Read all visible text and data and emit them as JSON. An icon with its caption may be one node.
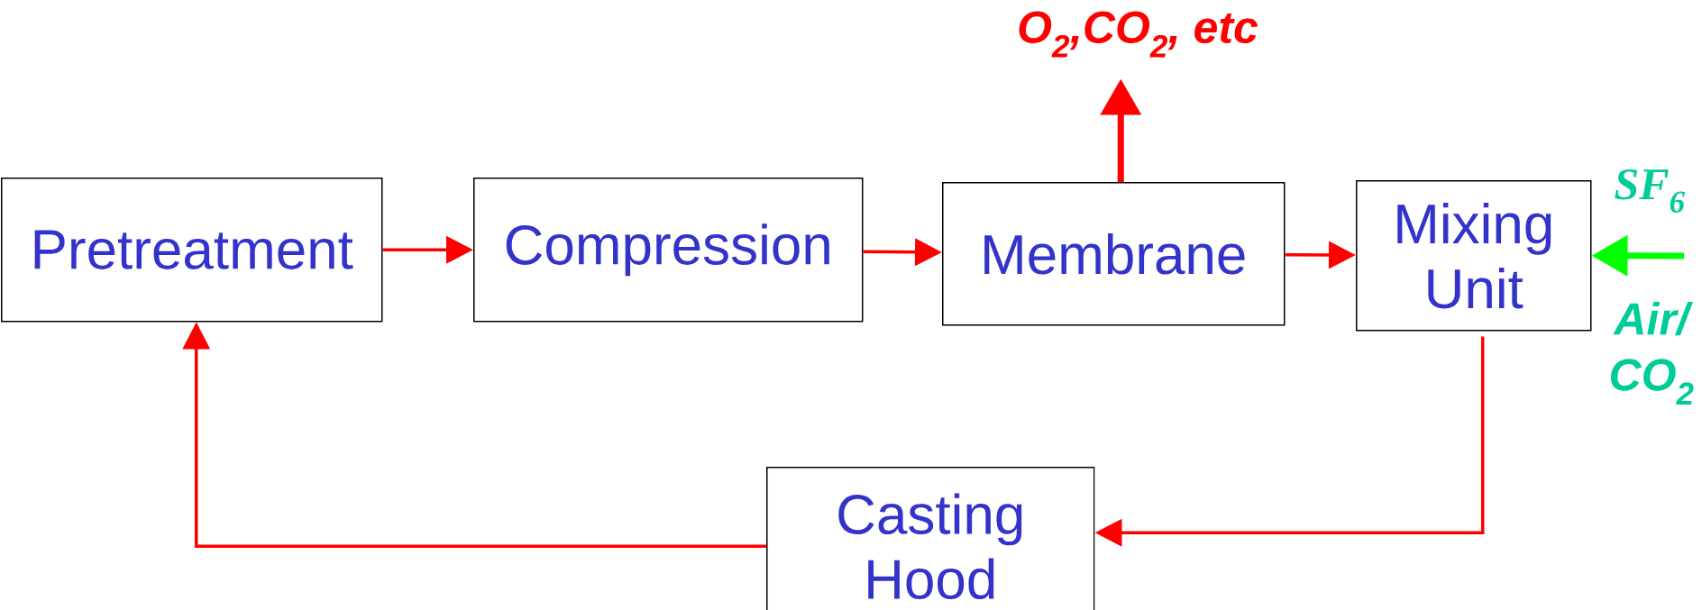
{
  "diagram": {
    "nodes": [
      {
        "text": [
          "Pretreatment"
        ]
      },
      {
        "text": [
          "Compression"
        ]
      },
      {
        "text": [
          "Membrane"
        ]
      },
      {
        "text": [
          "Mixing Unit"
        ]
      },
      {
        "text": [
          "Casting Hood"
        ]
      },
      {
        "text": [
          "O$_{2}$,CO$_{2}$, etc"
        ]
      }
    ],
    "edges": [
      {
        "from": 0,
        "to": 1,
        "arrow": "to"
      },
      {
        "from": 1,
        "to": 2,
        "arrow": "to"
      },
      {
        "from": 2,
        "to": 3,
        "arrow": "to"
      },
      {
        "from": 3,
        "to": 4,
        "arrow": "to"
      },
      {
        "from": 4,
        "to": 0,
        "arrow": "to"
      },
      {
        "from": 2,
        "to": 5,
        "arrow": "to",
        "style": "thick"
      },
      {
        "from": null,
        "to": 3,
        "arrow": "to",
        "style": "thick",
        "color": "#00ff00"
      }
    ],
    "labels": [
      "SF$_{6}$",
      "Air/ CO$_{2}$"
    ]
  }
}
